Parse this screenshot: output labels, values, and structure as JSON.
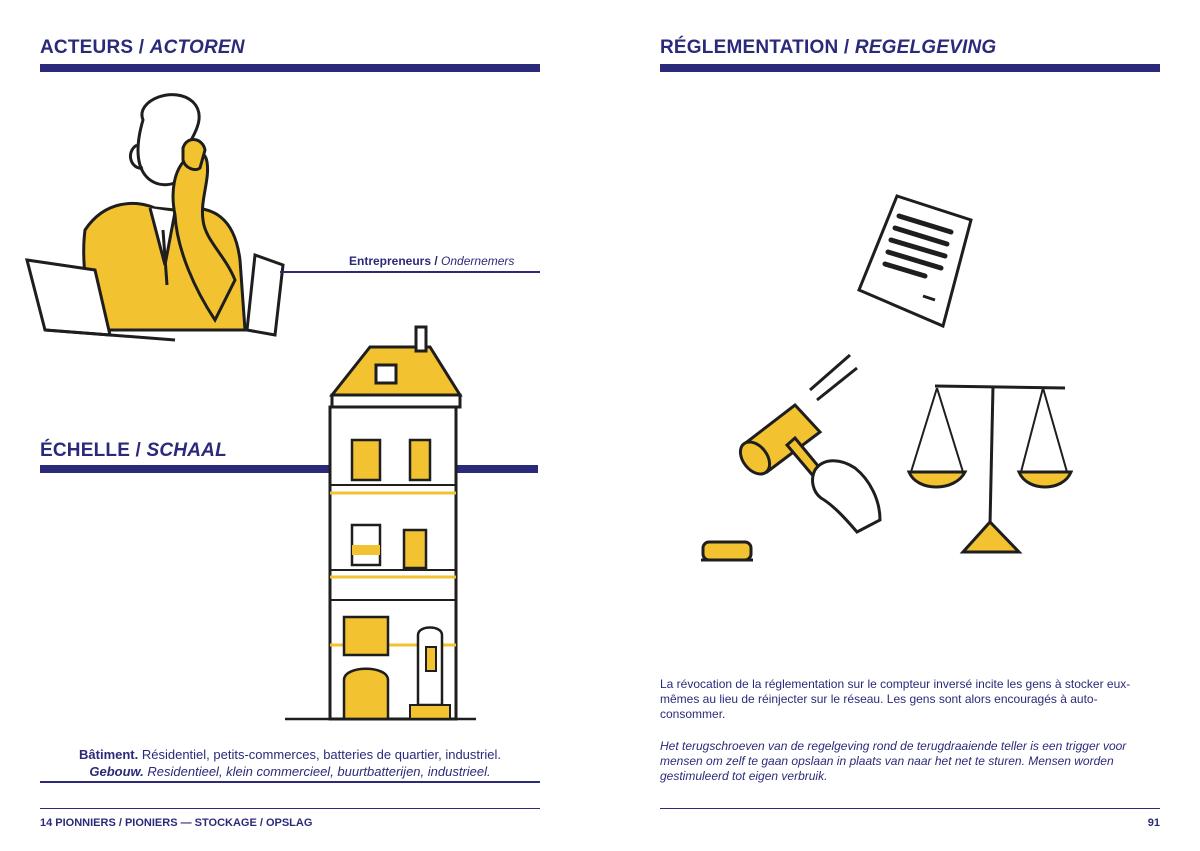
{
  "left": {
    "heading_fr": "ACTEURS",
    "heading_sep": " / ",
    "heading_nl": "ACTOREN",
    "actor_label_fr": "Entrepreneurs",
    "actor_label_sep": " / ",
    "actor_label_nl": "Ondernemers",
    "scale_heading_fr": "ÉCHELLE",
    "scale_heading_sep": " / ",
    "scale_heading_nl": "SCHAAL",
    "scale_fr_bold": "Bâtiment.",
    "scale_fr_text": " Résidentiel, petits-commerces, batteries de quartier, industriel.",
    "scale_nl_bold": "Gebouw.",
    "scale_nl_text": " Residentieel, klein commercieel, buurtbatterijen, industrieel."
  },
  "right": {
    "heading_fr": "RÉGLEMENTATION",
    "heading_sep": " / ",
    "heading_nl": "REGELGEVING",
    "para_fr": "La révocation de la réglementation sur le compteur inversé incite les gens à stocker eux-mêmes au lieu de réinjecter sur le réseau. Les gens sont alors encouragés à auto-consommer.",
    "para_nl": "Het terugschroeven van de regelgeving rond de terugdraaiende teller is een trigger voor mensen om zelf te gaan opslaan in plaats van naar het net te sturen. Mensen worden gestimuleerd tot eigen verbruik."
  },
  "footer": {
    "left_text": "14 PIONNIERS / PIONIERS — STOCKAGE / OPSLAG",
    "page_number": "91"
  },
  "icons": [
    "entrepreneur-illustration",
    "building-illustration",
    "document-illustration",
    "gavel-illustration",
    "scales-illustration"
  ],
  "colors": {
    "ink": "#2b2a7a",
    "accent": "#f2c230",
    "line": "#1e1e1e"
  }
}
